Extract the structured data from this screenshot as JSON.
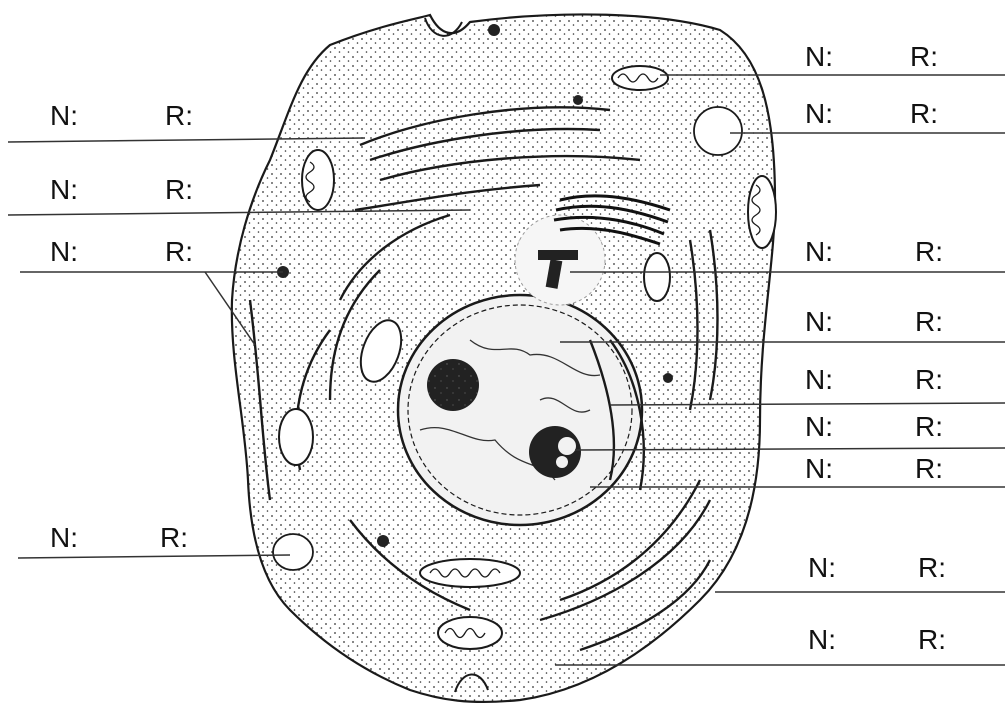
{
  "labels": {
    "left": [
      {
        "n": "N:",
        "r": "R:"
      },
      {
        "n": "N:",
        "r": "R:"
      },
      {
        "n": "N:",
        "r": "R:"
      },
      {
        "n": "N:",
        "r": "R:"
      }
    ],
    "right": [
      {
        "n": "N:",
        "r": "R:"
      },
      {
        "n": "N:",
        "r": "R:"
      },
      {
        "n": "N:",
        "r": "R:"
      },
      {
        "n": "N:",
        "r": "R:"
      },
      {
        "n": "N:",
        "r": "R:"
      },
      {
        "n": "N:",
        "r": "R:"
      },
      {
        "n": "N:",
        "r": "R:"
      },
      {
        "n": "N:",
        "r": "R:"
      },
      {
        "n": "N:",
        "r": "R:"
      }
    ]
  },
  "colors": {
    "ink": "#1a1a1a",
    "paper": "#ffffff",
    "nucleoplasm": "#f4f4f4"
  }
}
